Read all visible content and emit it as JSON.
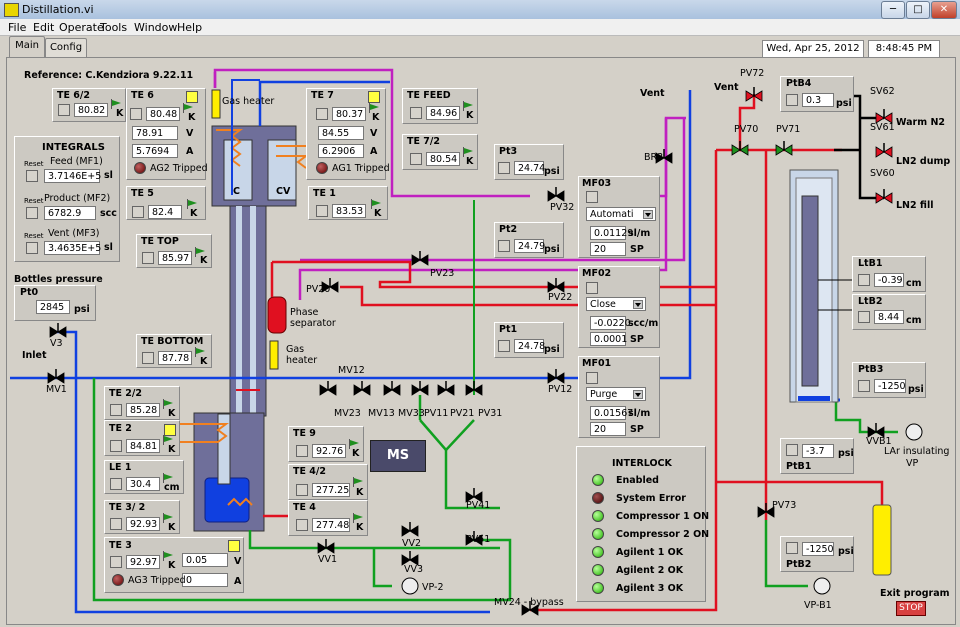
{
  "window": {
    "title": "Distillation.vi",
    "min": "─",
    "max": "□",
    "close": "✕"
  },
  "menu": [
    "File",
    "Edit",
    "Operate",
    "Tools",
    "Window",
    "Help"
  ],
  "tabs": [
    "Main",
    "Config"
  ],
  "header": {
    "date": "Wed, Apr 25, 2012",
    "time": "8:48:45 PM",
    "reference": "Reference: C.Kendziora 9.22.11"
  },
  "integrals": {
    "title": "INTEGRALS",
    "reset": "Reset",
    "feed_label": "Feed (MF1)",
    "feed": "3.7146E+5",
    "feed_unit": "sl",
    "product_label": "Product (MF2)",
    "product": "6782.9",
    "product_unit": "scc",
    "vent_label": "Vent (MF3)",
    "vent": "3.4635E+5",
    "vent_unit": "sl"
  },
  "bottles": {
    "label": "Bottles pressure",
    "name": "Pt0",
    "value": "2845",
    "unit": "psi"
  },
  "sensors": {
    "te62": {
      "name": "TE 6/2",
      "value": "80.82",
      "unit": "K"
    },
    "te6": {
      "name": "TE 6",
      "value": "80.48",
      "unit": "K",
      "v": "78.91",
      "a": "5.7694",
      "v_unit": "V",
      "a_unit": "A",
      "trip": "AG2 Tripped"
    },
    "te7": {
      "name": "TE 7",
      "value": "80.37",
      "unit": "K",
      "v": "84.55",
      "a": "6.2906",
      "v_unit": "V",
      "a_unit": "A",
      "trip": "AG1 Tripped"
    },
    "te5": {
      "name": "TE 5",
      "value": "82.4",
      "unit": "K"
    },
    "te1": {
      "name": "TE 1",
      "value": "83.53",
      "unit": "K"
    },
    "tefeed": {
      "name": "TE FEED",
      "value": "84.96",
      "unit": "K"
    },
    "te72": {
      "name": "TE 7/2",
      "value": "80.54",
      "unit": "K"
    },
    "tetop": {
      "name": "TE TOP",
      "value": "85.97",
      "unit": "K"
    },
    "tebottom": {
      "name": "TE BOTTOM",
      "value": "87.78",
      "unit": "K"
    },
    "te22": {
      "name": "TE 2/2",
      "value": "85.28",
      "unit": "K"
    },
    "te2": {
      "name": "TE 2",
      "value": "84.81",
      "unit": "K"
    },
    "le1": {
      "name": "LE 1",
      "value": "30.4",
      "unit": "cm"
    },
    "te32": {
      "name": "TE 3/ 2",
      "value": "92.93",
      "unit": "K"
    },
    "te3": {
      "name": "TE 3",
      "value": "92.97",
      "unit": "K",
      "v": "0.05",
      "a": "0",
      "v_unit": "V",
      "a_unit": "A",
      "trip": "AG3 Tripped"
    },
    "te9": {
      "name": "TE 9",
      "value": "92.76",
      "unit": "K"
    },
    "te42": {
      "name": "TE 4/2",
      "value": "277.25",
      "unit": "K"
    },
    "te4": {
      "name": "TE 4",
      "value": "277.48",
      "unit": "K"
    },
    "pt3": {
      "name": "Pt3",
      "value": "24.74",
      "unit": "psi"
    },
    "pt2": {
      "name": "Pt2",
      "value": "24.79",
      "unit": "psi"
    },
    "pt1": {
      "name": "Pt1",
      "value": "24.78",
      "unit": "psi"
    },
    "ptb4": {
      "name": "PtB4",
      "value": "0.3",
      "unit": "psi"
    },
    "ltb1": {
      "name": "LtB1",
      "value": "-0.39",
      "unit": "cm"
    },
    "ltb2": {
      "name": "LtB2",
      "value": "8.44",
      "unit": "cm"
    },
    "ptb3": {
      "name": "PtB3",
      "value": "-1250",
      "unit": "psi"
    },
    "ptb1": {
      "name": "PtB1",
      "value": "-3.7",
      "unit": "psi"
    },
    "ptb2": {
      "name": "PtB2",
      "value": "-1250",
      "unit": "psi"
    }
  },
  "mf": {
    "mf03": {
      "name": "MF03",
      "mode": "Automati",
      "flow": "0.01129",
      "flow_unit": "sl/m",
      "sp": "20",
      "sp_label": "SP"
    },
    "mf02": {
      "name": "MF02",
      "mode": "Close",
      "flow": "-0.0220",
      "flow_unit": "scc/m",
      "sp": "0.0001",
      "sp_label": "SP"
    },
    "mf01": {
      "name": "MF01",
      "mode": "Purge",
      "flow": "0.01567",
      "flow_unit": "sl/m",
      "sp": "20",
      "sp_label": "SP"
    }
  },
  "interlock": {
    "title": "INTERLOCK",
    "items": [
      {
        "label": "Enabled",
        "state": "green"
      },
      {
        "label": "System Error",
        "state": "dark"
      },
      {
        "label": "Compressor 1 ON",
        "state": "green"
      },
      {
        "label": "Compressor 2 ON",
        "state": "green"
      },
      {
        "label": "Agilent 1 OK",
        "state": "green"
      },
      {
        "label": "Agilent 2 OK",
        "state": "green"
      },
      {
        "label": "Agilent 3 OK",
        "state": "green"
      }
    ]
  },
  "labels": {
    "gas_heater": "Gas heater",
    "gas": "Gas",
    "heater": "heater",
    "phase": "Phase",
    "separator": "separator",
    "c": "C",
    "cv": "CV",
    "vent": "Vent",
    "inlet": "Inlet",
    "ms": "MS",
    "warm_n2": "Warm N2",
    "ln2_dump": "LN2 dump",
    "ln2_fill": "LN2 fill",
    "lar": "LAr insulating",
    "vp": "VP",
    "exit": "Exit program",
    "stop": "STOP",
    "bypass": "MV24 - bypass",
    "vp2": "VP-2",
    "vpb1": "VP-B1"
  },
  "valves": {
    "pv72": "PV72",
    "pv70": "PV70",
    "pv71": "PV71",
    "sv62": "SV62",
    "sv61": "SV61",
    "sv60": "SV60",
    "br3": "BR3",
    "pv32": "PV32",
    "pv23": "PV23",
    "pv20": "PV20",
    "pv22": "PV22",
    "pv12": "PV12",
    "v3": "V3",
    "mv1": "MV1",
    "mv12": "MV12",
    "mv23": "MV23",
    "mv13": "MV13",
    "mv33": "MV33",
    "pv11": "PV11",
    "pv21": "PV21",
    "pv31": "PV31",
    "pv41": "PV41",
    "pv51": "PV51",
    "vv1": "VV1",
    "vv2": "VV2",
    "vv3": "VV3",
    "vvb1": "VVB1",
    "pv73": "PV73"
  },
  "colors": {
    "blue": "#1040e0",
    "red": "#e01020",
    "magenta": "#c020c0",
    "green": "#10a020",
    "black": "#000000",
    "column": "#6f6f9a"
  }
}
